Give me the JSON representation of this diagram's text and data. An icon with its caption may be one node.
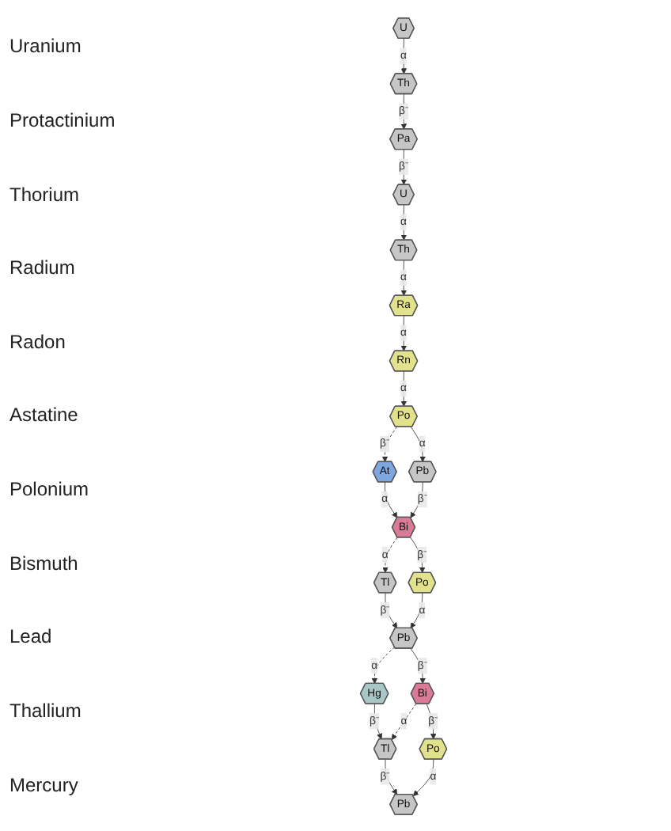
{
  "diagram": {
    "nodes": [
      {
        "text": [
          "U"
        ]
      },
      {
        "text": [
          "U"
        ]
      },
      {
        "text": [
          "Pa"
        ]
      },
      {
        "text": [
          "Th"
        ]
      },
      {
        "text": [
          "Th"
        ]
      },
      {
        "text": [
          "Ra"
        ]
      },
      {
        "text": [
          "Rn"
        ]
      },
      {
        "text": [
          "At"
        ]
      },
      {
        "text": [
          "Po"
        ]
      },
      {
        "text": [
          "Po"
        ]
      },
      {
        "text": [
          "Po"
        ]
      },
      {
        "text": [
          "Bi"
        ]
      },
      {
        "text": [
          "Bi"
        ]
      },
      {
        "text": [
          "Pb"
        ]
      },
      {
        "text": [
          "Pb"
        ]
      },
      {
        "text": [
          "Pb"
        ]
      },
      {
        "text": [
          "Tl"
        ]
      },
      {
        "text": [
          "Tl"
        ]
      },
      {
        "text": [
          "Hg"
        ]
      }
    ],
    "edges": [
      {
        "from": 0,
        "to": 3,
        "arrow": "to",
        "label": "α"
      },
      {
        "from": 3,
        "to": 2,
        "arrow": "to",
        "label": "β⁻"
      },
      {
        "from": 2,
        "to": 1,
        "arrow": "to",
        "label": "β⁻"
      },
      {
        "from": 1,
        "to": 4,
        "arrow": "to",
        "label": "α"
      },
      {
        "from": 4,
        "to": 5,
        "arrow": "to",
        "label": "α"
      },
      {
        "from": 5,
        "to": 6,
        "arrow": "to",
        "label": "α"
      },
      {
        "from": 6,
        "to": 8,
        "arrow": "to",
        "label": "α"
      },
      {
        "from": 8,
        "to": 7,
        "arrow": "to",
        "label": "β⁻",
        "style": "dashed"
      },
      {
        "from": 7,
        "to": 11,
        "arrow": "to",
        "label": "α"
      },
      {
        "from": 8,
        "to": 13,
        "arrow": "to",
        "label": "α"
      },
      {
        "from": 13,
        "to": 11,
        "arrow": "to",
        "label": "β⁻"
      },
      {
        "from": 11,
        "to": 9,
        "arrow": "to",
        "label": "β⁻"
      },
      {
        "from": 11,
        "to": 16,
        "arrow": "to",
        "label": "α",
        "style": "dashed"
      },
      {
        "from": 16,
        "to": 14,
        "arrow": "to",
        "label": "β⁻"
      },
      {
        "from": 9,
        "to": 14,
        "arrow": "to",
        "label": "α"
      },
      {
        "from": 14,
        "to": 12,
        "arrow": "to",
        "label": "β⁻"
      },
      {
        "from": 14,
        "to": 18,
        "arrow": "to",
        "label": "α",
        "style": "dashed"
      },
      {
        "from": 18,
        "to": 17,
        "arrow": "to",
        "label": "β⁻"
      },
      {
        "from": 12,
        "to": 10,
        "arrow": "to",
        "label": "β⁻"
      },
      {
        "from": 12,
        "to": 17,
        "arrow": "to",
        "label": "α",
        "style": "dashed"
      },
      {
        "from": 17,
        "to": 15,
        "arrow": "to",
        "label": "β⁻"
      },
      {
        "from": 10,
        "to": 15,
        "arrow": "to",
        "label": "α"
      }
    ],
    "labels": [
      "Uranium",
      "Protactinium",
      "Thorium",
      "Radium",
      "Radon",
      "Astatine",
      "Polonium",
      "Bismuth",
      "Lead",
      "Thallium",
      "Mercury"
    ]
  }
}
